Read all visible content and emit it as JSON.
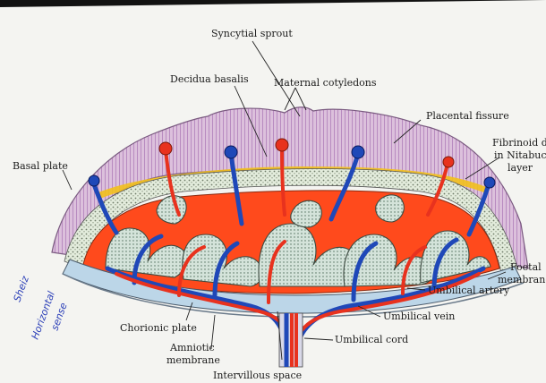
{
  "labels": {
    "syncytial_sprout": "Syncytial sprout",
    "decidua_basalis": "Decidua basalis",
    "maternal_cotyledons": "Maternal cotyledons",
    "placental_fissure": "Placental fissure",
    "fibrinoid_line1": "Fibrinoid depo",
    "fibrinoid_line2": "in Nitabuch's",
    "fibrinoid_line3": "layer",
    "basal_plate": "Basal plate",
    "foetal_line1": "Foetal",
    "foetal_line2": "membrane",
    "umbilical_artery": "Umbilical artery",
    "umbilical_vein": "Umbilical vein",
    "umbilical_cord": "Umbilical cord",
    "chorionic_plate": "Chorionic plate",
    "amniotic_line1": "Amniotic",
    "amniotic_line2": "membrane",
    "intervillous_space": "Intervillous space"
  },
  "handwriting": {
    "line1": "Sheiz",
    "line2": "Horizontal",
    "line3": "sense"
  },
  "colors": {
    "decidua": "#d9b6d9",
    "decidua_stripe": "#b88bc0",
    "maternal_blood": "#ff4a1c",
    "artery": "#e8321e",
    "vein": "#1f48b8",
    "stippled_villi": "#d6e4cf",
    "chorion": "#bcd6e8",
    "fibrinoid": "#f2c01b"
  }
}
